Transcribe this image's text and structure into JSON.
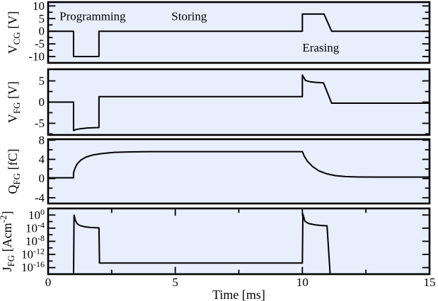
{
  "figure": {
    "xlabel": "Time [ms]",
    "xlim": [
      0,
      15
    ],
    "xticks": [
      {
        "value": 0,
        "label": "0"
      },
      {
        "value": 5,
        "label": "5"
      },
      {
        "value": 10,
        "label": "10"
      },
      {
        "value": 15,
        "label": "15"
      }
    ],
    "xticks_minor": [
      2.5,
      7.5,
      12.5
    ],
    "legend": "none",
    "grid": "off",
    "colors": {
      "panel_fill": "#e8eefb",
      "trace": "#000000",
      "frame": "#000000",
      "text": "#000000"
    }
  },
  "chart_data": [
    {
      "type": "line",
      "name": "control-gate-voltage",
      "yscale": "linear",
      "ylabel": [
        {
          "text": "V"
        },
        {
          "text": "CG",
          "style": "sub"
        },
        {
          "text": " [V]"
        }
      ],
      "ylim": [
        -12.5,
        11.5
      ],
      "yticks": [
        {
          "value": 10,
          "label": "10"
        },
        {
          "value": 5,
          "label": "5"
        },
        {
          "value": 0,
          "label": "0"
        },
        {
          "value": -5,
          "label": "-5"
        },
        {
          "value": -10,
          "label": "-10"
        }
      ],
      "yticks_minor": [
        7.5,
        2.5,
        -2.5,
        -7.5
      ],
      "series": [
        {
          "name": "V_CG",
          "points": [
            [
              0,
              0
            ],
            [
              1,
              0
            ],
            [
              1,
              -10
            ],
            [
              2,
              -10
            ],
            [
              2,
              0
            ],
            [
              10,
              0
            ],
            [
              10,
              6.8
            ],
            [
              10.85,
              6.8
            ],
            [
              11.15,
              0
            ],
            [
              15,
              0
            ]
          ]
        }
      ],
      "annotations": [
        {
          "text": "Programming",
          "x": 0.45,
          "y": 4.4
        },
        {
          "text": "Storing",
          "x": 4.85,
          "y": 4.4
        },
        {
          "text": "Erasing",
          "x": 10.0,
          "y": -8.1
        }
      ]
    },
    {
      "type": "line",
      "name": "floating-gate-voltage",
      "yscale": "linear",
      "ylabel": [
        {
          "text": "V"
        },
        {
          "text": "FG",
          "style": "sub"
        },
        {
          "text": " [V]"
        }
      ],
      "ylim": [
        -7.75,
        7.75
      ],
      "yticks": [
        {
          "value": 5,
          "label": "5"
        },
        {
          "value": 0,
          "label": "0"
        },
        {
          "value": -5,
          "label": "-5"
        }
      ],
      "yticks_minor": [
        2.5,
        -2.5,
        -7.5
      ],
      "series": [
        {
          "name": "V_FG",
          "points": [
            [
              0,
              0
            ],
            [
              1,
              0
            ],
            [
              1,
              -6.7
            ],
            [
              1.08,
              -6.5
            ],
            [
              1.25,
              -6.3
            ],
            [
              1.55,
              -6.1
            ],
            [
              2,
              -6.0
            ],
            [
              2,
              1.3
            ],
            [
              10,
              1.3
            ],
            [
              10,
              6.4
            ],
            [
              10.12,
              5.1
            ],
            [
              10.3,
              4.8
            ],
            [
              10.55,
              4.65
            ],
            [
              10.83,
              4.55
            ],
            [
              11.15,
              -0.25
            ],
            [
              15,
              -0.25
            ]
          ]
        }
      ],
      "annotations": []
    },
    {
      "type": "line",
      "name": "floating-gate-charge",
      "yscale": "linear",
      "ylabel": [
        {
          "text": "Q"
        },
        {
          "text": "FG",
          "style": "sub"
        },
        {
          "text": " [fC]"
        }
      ],
      "ylim": [
        -5.2,
        8.2
      ],
      "yticks": [
        {
          "value": 8,
          "label": "8"
        },
        {
          "value": 4,
          "label": "4"
        },
        {
          "value": 0,
          "label": "0"
        },
        {
          "value": -4,
          "label": "-4"
        }
      ],
      "yticks_minor": [
        6,
        2,
        -2
      ],
      "series": [
        {
          "name": "Q_FG",
          "points": [
            [
              0,
              0.15
            ],
            [
              1,
              0.15
            ],
            [
              1,
              1.2
            ],
            [
              1.06,
              2.2
            ],
            [
              1.15,
              3.1
            ],
            [
              1.3,
              3.9
            ],
            [
              1.5,
              4.5
            ],
            [
              1.75,
              4.9
            ],
            [
              2.1,
              5.2
            ],
            [
              2.6,
              5.45
            ],
            [
              3.2,
              5.55
            ],
            [
              4,
              5.6
            ],
            [
              10,
              5.6
            ],
            [
              10.08,
              4.6
            ],
            [
              10.2,
              3.6
            ],
            [
              10.4,
              2.5
            ],
            [
              10.65,
              1.6
            ],
            [
              10.95,
              1.0
            ],
            [
              11.3,
              0.6
            ],
            [
              11.7,
              0.42
            ],
            [
              12.2,
              0.33
            ],
            [
              13,
              0.3
            ],
            [
              15,
              0.3
            ]
          ]
        }
      ],
      "annotations": []
    },
    {
      "type": "line",
      "name": "gate-current-density",
      "yscale": "log10",
      "ylabel": [
        {
          "text": "J"
        },
        {
          "text": "FG",
          "style": "sub"
        },
        {
          "text": " [Acm"
        },
        {
          "text": "-2",
          "style": "sup"
        },
        {
          "text": "]"
        }
      ],
      "ylim": [
        -18,
        2
      ],
      "yticks": [
        {
          "value": 0,
          "label": "10",
          "sup": "0"
        },
        {
          "value": -4,
          "label": "10",
          "sup": "-4"
        },
        {
          "value": -8,
          "label": "10",
          "sup": "-8"
        },
        {
          "value": -12,
          "label": "10",
          "sup": "-12"
        },
        {
          "value": -16,
          "label": "10",
          "sup": "-16"
        }
      ],
      "yticks_minor": [
        -2,
        -6,
        -10,
        -14
      ],
      "series": [
        {
          "name": "J_FG_log10",
          "points": [
            [
              1,
              -19
            ],
            [
              1.02,
              -0.05
            ],
            [
              1.08,
              -1.8
            ],
            [
              1.15,
              -2.7
            ],
            [
              1.25,
              -3.2
            ],
            [
              1.45,
              -3.6
            ],
            [
              1.7,
              -3.8
            ],
            [
              2,
              -3.9
            ],
            [
              2.02,
              -14.6
            ],
            [
              10,
              -14.6
            ],
            [
              10.02,
              0.3
            ],
            [
              10.1,
              -1.9
            ],
            [
              10.25,
              -2.6
            ],
            [
              10.5,
              -3.0
            ],
            [
              10.75,
              -3.2
            ],
            [
              10.97,
              -3.3
            ],
            [
              11.1,
              -19
            ]
          ]
        }
      ],
      "annotations": []
    }
  ]
}
